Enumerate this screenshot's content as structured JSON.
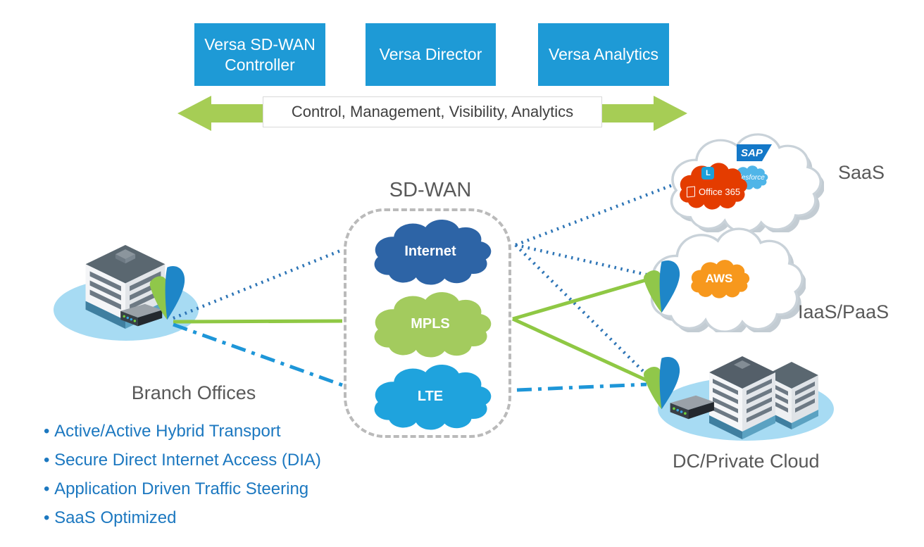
{
  "management_plane": {
    "boxes": [
      {
        "label": "Versa SD-WAN Controller"
      },
      {
        "label": "Versa Director"
      },
      {
        "label": "Versa Analytics"
      }
    ],
    "arrow_label": "Control, Management, Visibility, Analytics",
    "box_color": "#1e9ad6",
    "arrow_color": "#a6cd55"
  },
  "sdwan_hub": {
    "title": "SD-WAN",
    "transports": [
      {
        "label": "Internet",
        "cloud_color": "#2d64a6",
        "link_style": "dotted",
        "link_color": "#2e75b6"
      },
      {
        "label": "MPLS",
        "cloud_color": "#a3cb5e",
        "link_style": "solid",
        "link_color": "#8fc844"
      },
      {
        "label": "LTE",
        "cloud_color": "#1fa3dd",
        "link_style": "dash-dot",
        "link_color": "#1e96d8"
      }
    ]
  },
  "branch": {
    "label": "Branch Offices",
    "features": [
      "Active/Active Hybrid Transport",
      "Secure Direct Internet Access (DIA)",
      "Application Driven Traffic Steering",
      "SaaS Optimized"
    ]
  },
  "destinations": {
    "saas": {
      "label": "SaaS",
      "logos": {
        "sap": "SAP",
        "salesforce": "salesforce",
        "office365": "Office 365",
        "lync": "L"
      },
      "office_cloud_color": "#e43c00",
      "salesforce_cloud_color": "#4fb5e8"
    },
    "iaas": {
      "label": "IaaS/PaaS",
      "logos": {
        "aws": "AWS"
      },
      "aws_cloud_color": "#f7981d"
    },
    "dc": {
      "label": "DC/Private Cloud"
    }
  }
}
